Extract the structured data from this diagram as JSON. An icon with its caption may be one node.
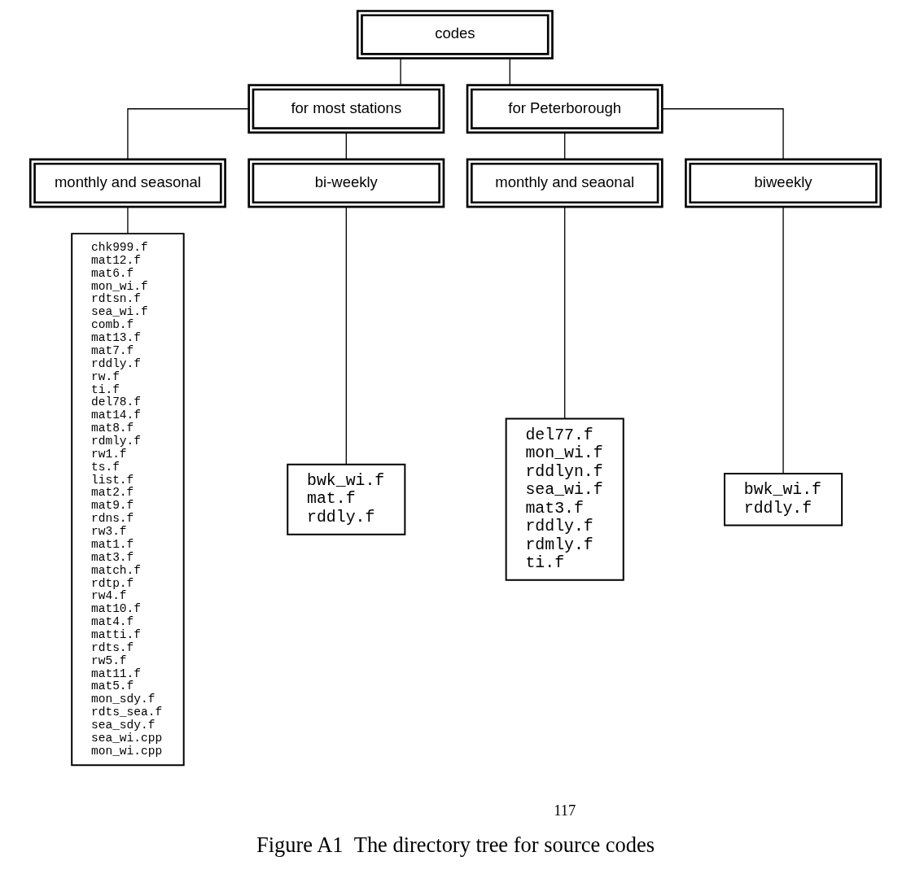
{
  "diagram": {
    "caption": "Figure A1  The directory tree for source codes",
    "nodes": [
      {
        "text": [
          "codes"
        ]
      },
      {
        "text": [
          "for most stations"
        ]
      },
      {
        "text": [
          "for Peterborough"
        ]
      },
      {
        "text": [
          "monthly and seasonal"
        ]
      },
      {
        "text": [
          "bi-weekly"
        ]
      },
      {
        "text": [
          "monthly and seaonal"
        ]
      },
      {
        "text": [
          "biweekly"
        ]
      },
      {
        "text": [
          "chk999.f",
          "mat12.f",
          "mat6.f",
          "mon_wi.f",
          "rdtsn.f",
          "sea_wi.f",
          "comb.f",
          "mat13.f",
          "mat7.f",
          "rddly.f",
          "rw.f",
          "ti.f",
          "del78.f",
          "mat14.f",
          "mat8.f",
          "rdmly.f",
          "rw1.f",
          "ts.f",
          "list.f",
          "mat2.f",
          "mat9.f",
          "rdns.f",
          "rw3.f",
          "mat1.f",
          "mat3.f",
          "match.f",
          "rdtp.f",
          "rw4.f",
          "mat10.f",
          "mat4.f",
          "matti.f",
          "rdts.f",
          "rw5.f",
          "mat11.f",
          "mat5.f",
          "mon_sdy.f",
          "rdts_sea.f",
          "sea_sdy.f",
          "sea_wi.cpp",
          "mon_wi.cpp"
        ]
      },
      {
        "text": [
          "bwk_wi.f",
          "mat.f",
          "rddly.f"
        ]
      },
      {
        "text": [
          "del77.f",
          "mon_wi.f",
          "rddlyn.f",
          "sea_wi.f",
          "mat3.f",
          "rddly.f",
          "rdmly.f",
          "ti.f"
        ]
      },
      {
        "text": [
          "bwk_wi.f",
          "rddly.f"
        ]
      }
    ],
    "edges": [
      {
        "from": 0,
        "to": 1,
        "arrow": "none"
      },
      {
        "from": 0,
        "to": 2,
        "arrow": "none"
      },
      {
        "from": 1,
        "to": 3,
        "arrow": "none"
      },
      {
        "from": 1,
        "to": 4,
        "arrow": "none"
      },
      {
        "from": 2,
        "to": 5,
        "arrow": "none"
      },
      {
        "from": 2,
        "to": 6,
        "arrow": "none"
      },
      {
        "from": 3,
        "to": 7,
        "arrow": "none"
      },
      {
        "from": 4,
        "to": 8,
        "arrow": "none"
      },
      {
        "from": 5,
        "to": 9,
        "arrow": "none"
      },
      {
        "from": 6,
        "to": 10,
        "arrow": "none"
      }
    ],
    "labels": [
      "117"
    ]
  }
}
